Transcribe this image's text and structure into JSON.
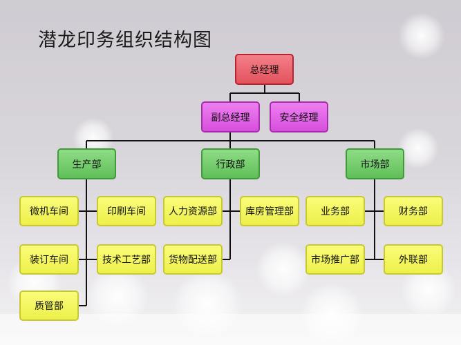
{
  "title": "潜龙印务组织结构图",
  "nodes": {
    "gm": "总经理",
    "deputy_gm": "副总经理",
    "safety_mgr": "安全经理",
    "production": "生产部",
    "admin": "行政部",
    "market": "市场部",
    "micro_workshop": "微机车间",
    "print_workshop": "印刷车间",
    "binding_workshop": "装订车间",
    "tech_dept": "技术工艺部",
    "qc_dept": "质管部",
    "hr_dept": "人力资源部",
    "warehouse_dept": "库房管理部",
    "logistics_dept": "货物配送部",
    "business_dept": "业务部",
    "finance_dept": "财务部",
    "marketing_dept": "市场推广部",
    "external_dept": "外联部"
  },
  "colors": {
    "top": "#e2525d",
    "executive": "#d74fdc",
    "department": "#5fbf57",
    "unit": "#edf04a",
    "connector": "#111111"
  }
}
